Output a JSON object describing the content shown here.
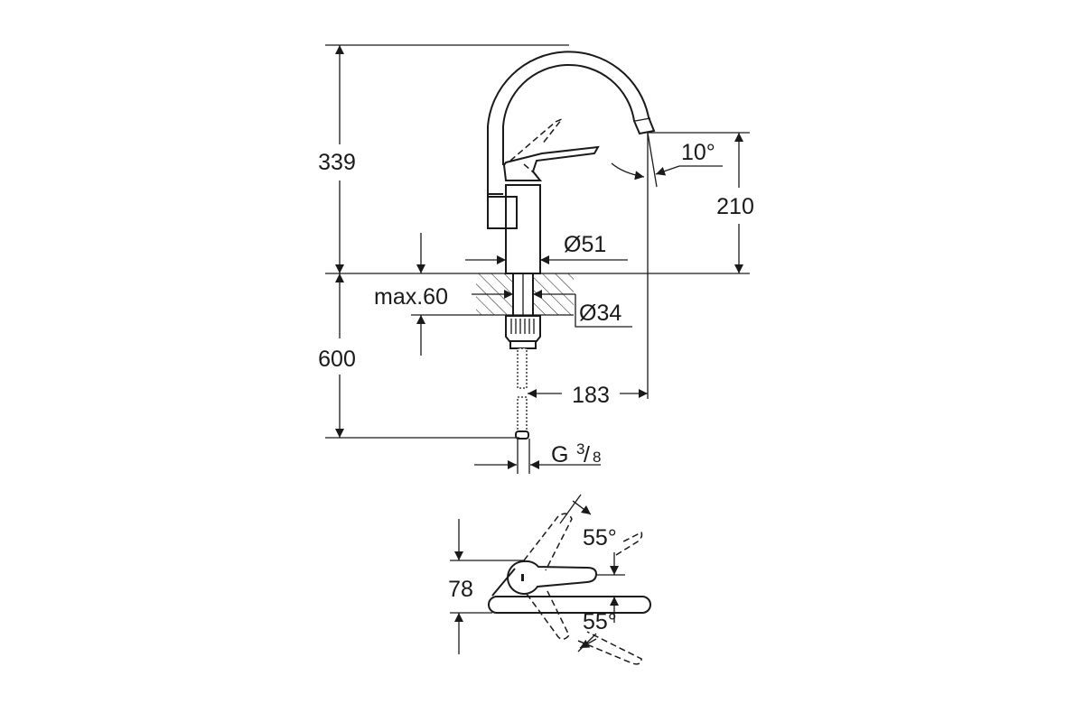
{
  "drawing": {
    "side_view": {
      "height_total": "339",
      "spout_height": "210",
      "spout_angle": "10°",
      "base_diameter": "Ø51",
      "max_counter_thickness": "max.60",
      "hole_diameter": "Ø34",
      "hose_length": "600",
      "spout_reach": "183",
      "connection_thread_letter": "G",
      "connection_thread_num": "3",
      "connection_thread_den": "8"
    },
    "top_view": {
      "lever_height": "78",
      "rotation_angle_upper": "55°",
      "rotation_angle_lower": "55°"
    }
  }
}
